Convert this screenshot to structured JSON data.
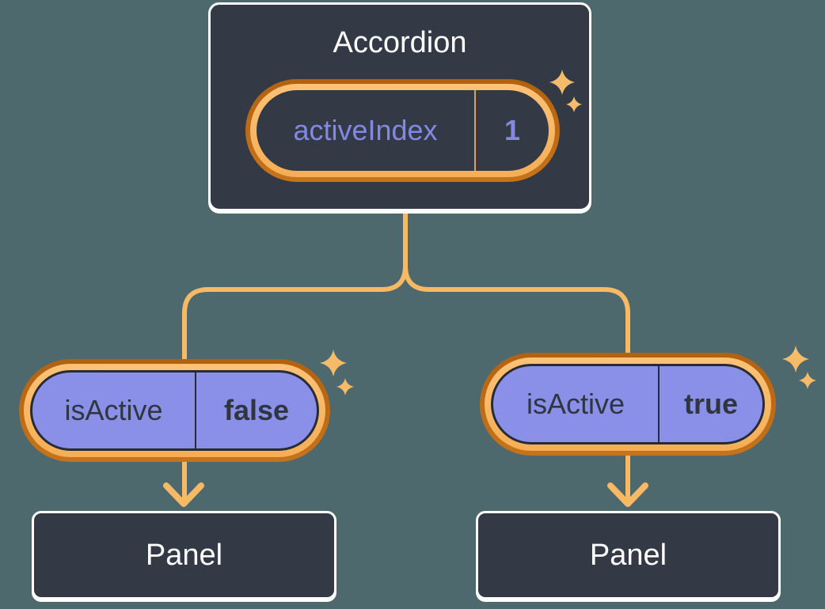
{
  "colors": {
    "bg": "#4E696E",
    "box-bg": "#333A46",
    "white": "#FFFFFF",
    "line": "#F7B964",
    "ring-a": "#B2620F",
    "ring-b": "#C6731C",
    "band-a": "#FCC277",
    "band-b": "#F5AE55",
    "purple": "#8A8FE8",
    "purple-text": "#8389E2",
    "dark-text": "#30363F",
    "outline": "#262B35",
    "divider-top": "#DFA14E",
    "sparkle": "#F6BB69"
  },
  "icons": {
    "sparkle-icon": "four-point-star ✦",
    "arrow-down-icon": "chevron arrow ↓"
  },
  "accordion": {
    "title": "Accordion",
    "state": {
      "label": "activeIndex",
      "value": "1"
    }
  },
  "children": [
    {
      "prop": {
        "label": "isActive",
        "value": "false"
      },
      "panel": {
        "title": "Panel"
      }
    },
    {
      "prop": {
        "label": "isActive",
        "value": "true"
      },
      "panel": {
        "title": "Panel"
      }
    }
  ]
}
